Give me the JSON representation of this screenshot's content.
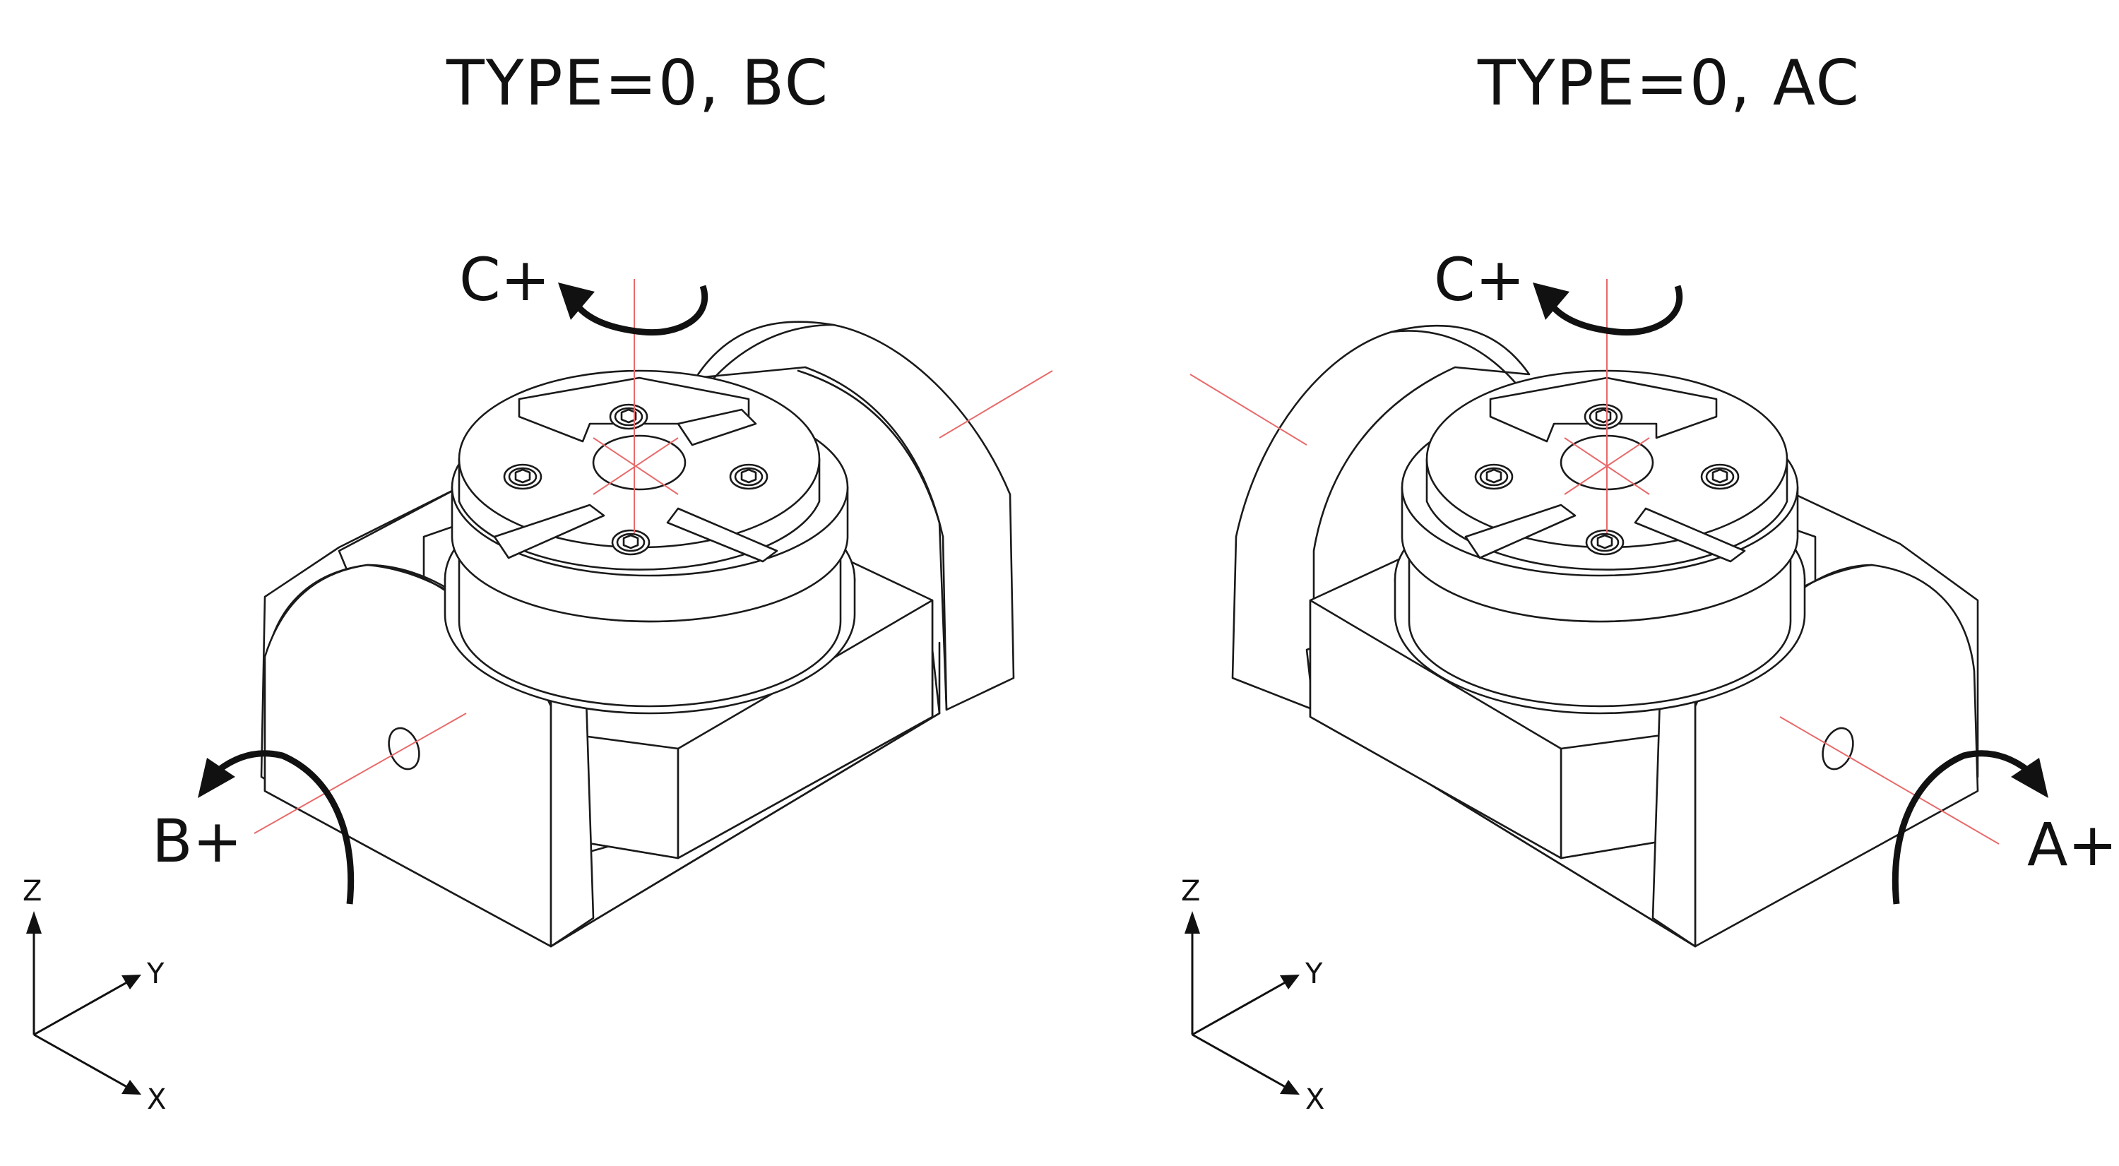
{
  "titles": {
    "left": "TYPE=0, BC",
    "right": "TYPE=0, AC"
  },
  "left_table": {
    "rotation_top": "C+",
    "rotation_side": "B+"
  },
  "right_table": {
    "rotation_top": "C+",
    "rotation_side": "A+"
  },
  "axes_legend": {
    "z": "Z",
    "y": "Y",
    "x": "X"
  },
  "colors": {
    "line": "#1a1a1a",
    "axis_guides": "#e86a6a",
    "background": "#ffffff"
  }
}
